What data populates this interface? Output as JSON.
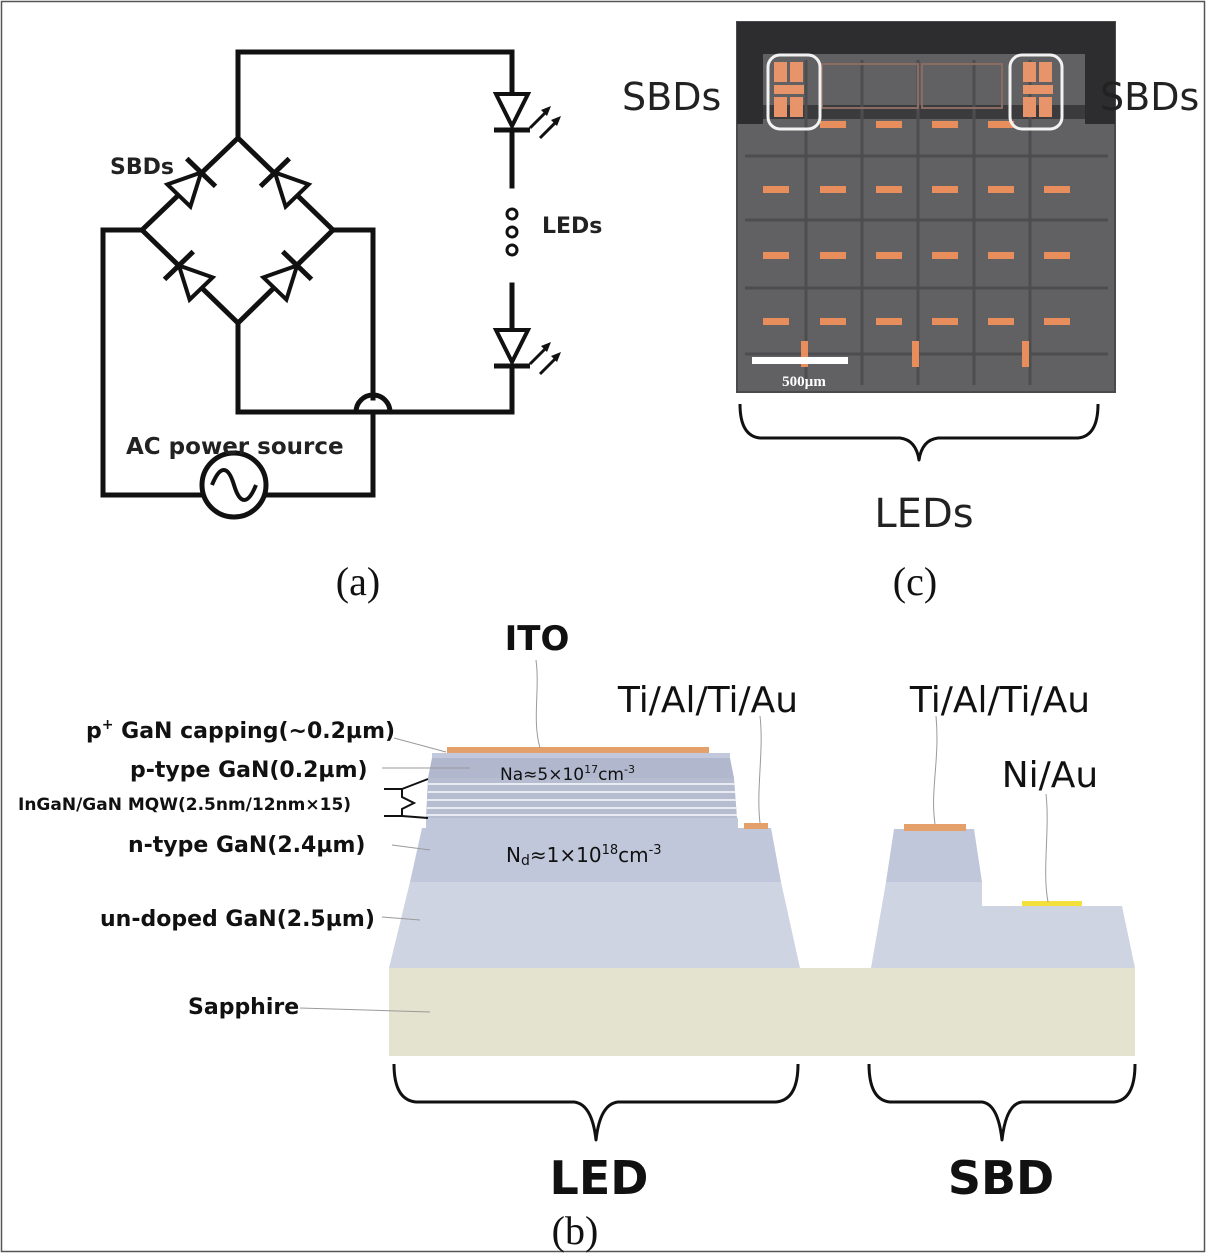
{
  "panel_a": {
    "label": "(a)",
    "sbds_label": "SBDs",
    "leds_label": "LEDs",
    "source_label": "AC power source"
  },
  "panel_c": {
    "label": "(c)",
    "sbds_left": "SBDs",
    "sbds_right": "SBDs",
    "scale_label": "500µm",
    "leds_label": "LEDs"
  },
  "panel_b": {
    "label": "(b)",
    "ito": "ITO",
    "ti_led": "Ti/Al/Ti/Au",
    "ti_sbd": "Ti/Al/Ti/Au",
    "ni_au": "Ni/Au",
    "p_capping_sup": "+",
    "p_capping_rest": " GaN capping(~0.2µm)",
    "p_type": "p-type GaN(0.2µm)",
    "mqw": "InGaN/GaN MQW(2.5nm/12nm×15)",
    "n_type": "n-type GaN(2.4µm)",
    "undoped": "un-doped GaN(2.5µm)",
    "sapphire": "Sapphire",
    "na_base": "Na≈5×10",
    "na_exp": "17",
    "na_unit": "cm",
    "na_unit_exp": "-3",
    "nd_base": "N",
    "nd_sub": "d",
    "nd_mid": "≈1×10",
    "nd_exp": "18",
    "nd_unit": "cm",
    "nd_unit_exp": "-3",
    "led_label": "LED",
    "sbd_label": "SBD"
  },
  "colors": {
    "gan_layer": "#c9cfdf",
    "p_layer": "#b4bcd1",
    "sapphire": "#e3e3cf",
    "electrode": "#e3a06b",
    "ni_au": "#f3e03a",
    "chip": "#5e5c5f",
    "pad": "#e88e5c"
  }
}
